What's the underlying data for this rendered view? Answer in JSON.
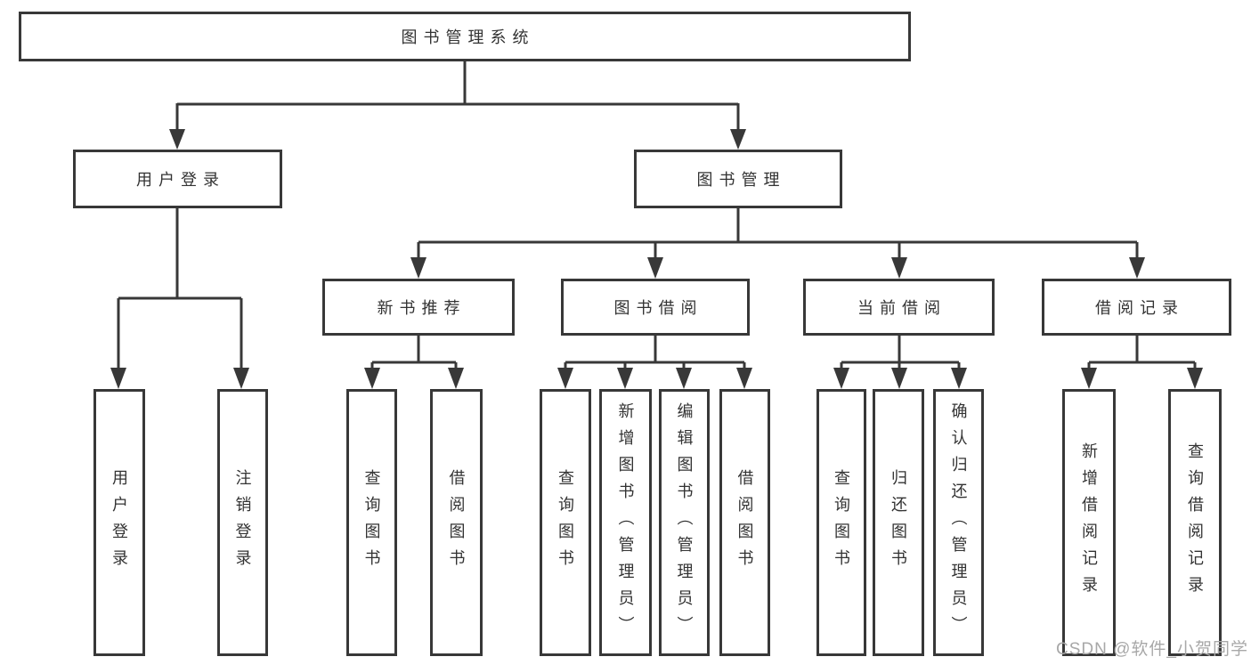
{
  "diagram": {
    "type": "hierarchy-tree",
    "tree": {
      "label": "图书管理系统",
      "children": [
        {
          "label": "用户登录",
          "children": [
            {
              "label": "用户登录"
            },
            {
              "label": "注销登录"
            }
          ]
        },
        {
          "label": "图书管理",
          "children": [
            {
              "label": "新书推荐",
              "children": [
                {
                  "label": "查询图书"
                },
                {
                  "label": "借阅图书"
                }
              ]
            },
            {
              "label": "图书借阅",
              "children": [
                {
                  "label": "查询图书"
                },
                {
                  "label": "新增图书（管理员）"
                },
                {
                  "label": "编辑图书（管理员）"
                },
                {
                  "label": "借阅图书"
                }
              ]
            },
            {
              "label": "当前借阅",
              "children": [
                {
                  "label": "查询图书"
                },
                {
                  "label": "归还图书"
                },
                {
                  "label": "确认归还（管理员）"
                }
              ]
            },
            {
              "label": "借阅记录",
              "children": [
                {
                  "label": "新增借阅记录"
                },
                {
                  "label": "查询借阅记录"
                }
              ]
            }
          ]
        }
      ]
    }
  },
  "watermark": {
    "text": "CSDN @软件_小贺同学"
  },
  "colors": {
    "line": "#383838",
    "text": "#333333",
    "background": "#ffffff",
    "watermark": "#a8a8a8"
  }
}
